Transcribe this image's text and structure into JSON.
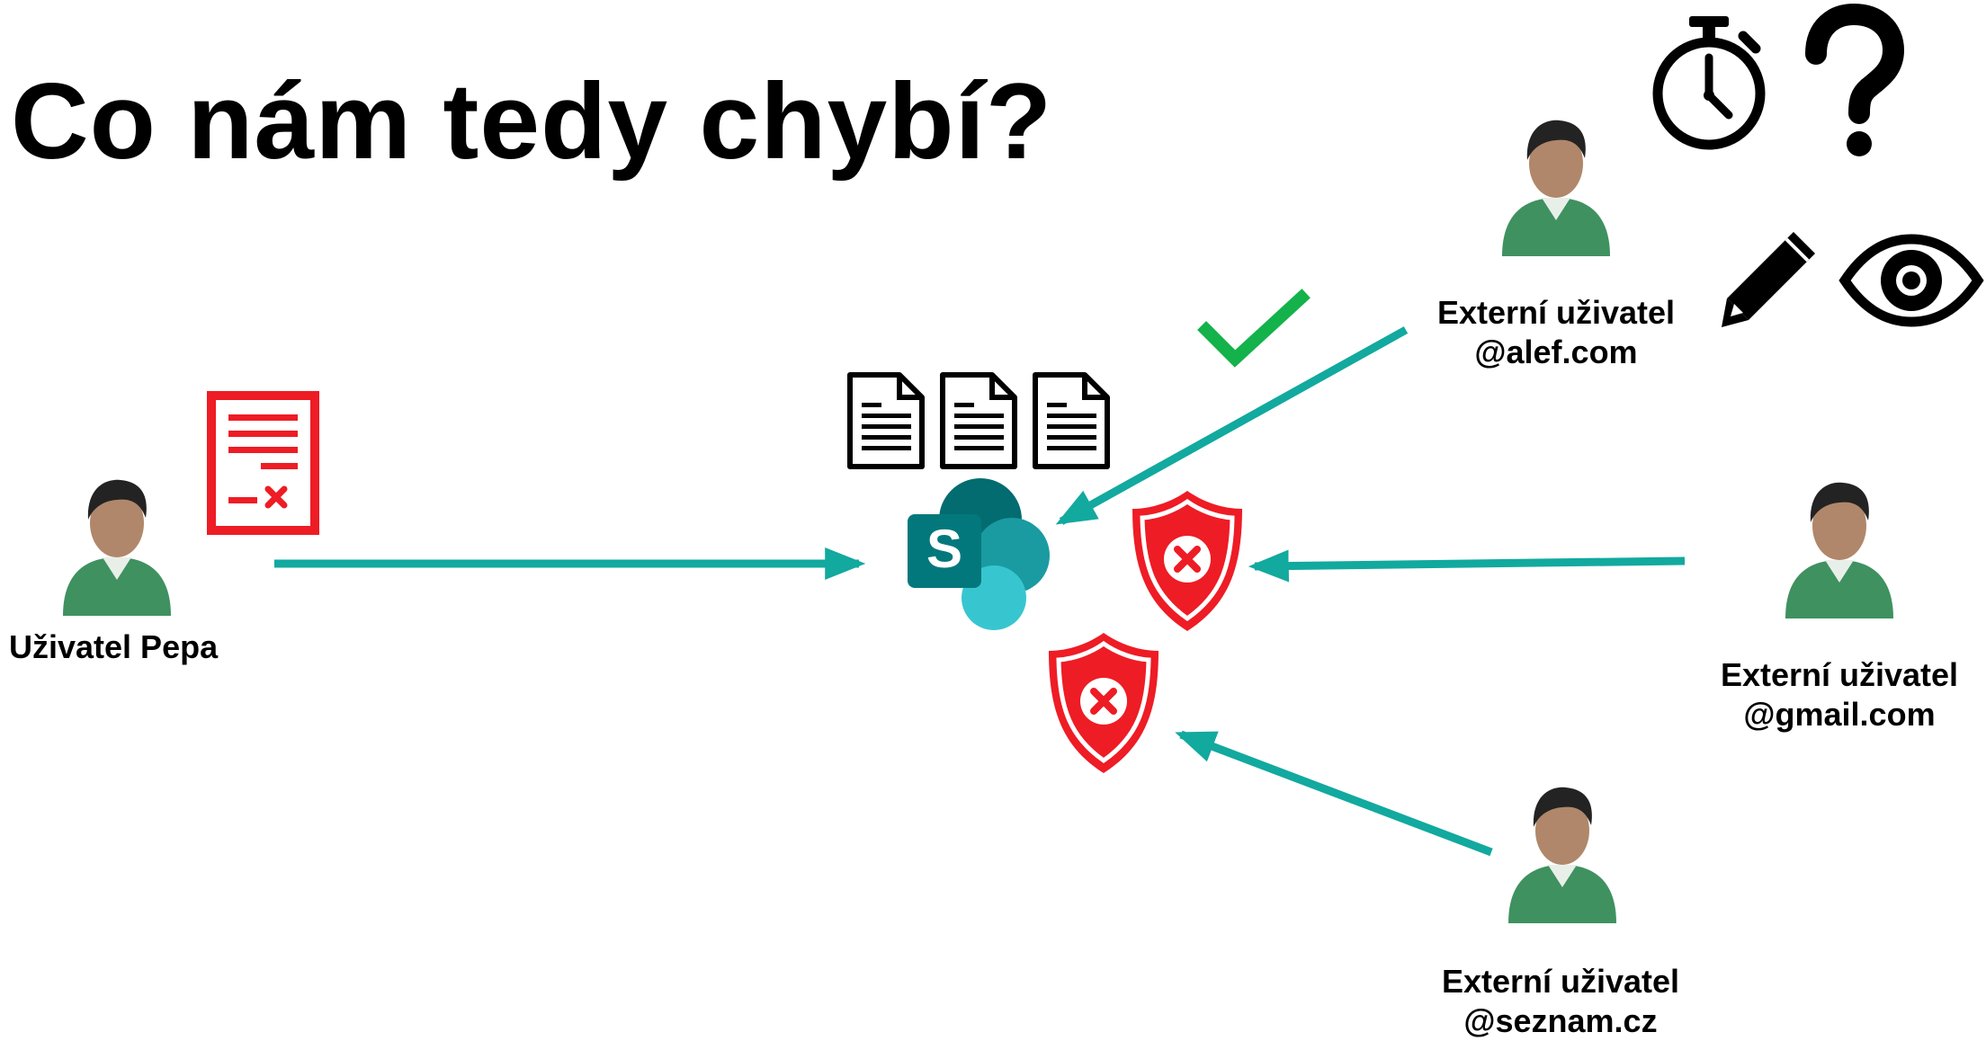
{
  "title": "Co nám tedy chybí?",
  "users": {
    "internal": {
      "name": "Uživatel Pepa"
    },
    "alef": {
      "line1": "Externí uživatel",
      "line2": "@alef.com"
    },
    "gmail": {
      "line1": "Externí uživatel",
      "line2": "@gmail.com"
    },
    "seznam": {
      "line1": "Externí uživatel",
      "line2": "@seznam.cz"
    }
  },
  "sharepoint": {
    "letter": "S"
  },
  "colors": {
    "arrow": "#12A99F",
    "deny": "#EE1C25",
    "allow": "#13B24B",
    "shirt": "#3F9160",
    "skin": "#B0876A",
    "hair": "#232323",
    "sp_dark": "#036C70",
    "sp_mid": "#1A9BA1",
    "sp_light": "#37C6D0"
  },
  "icons": [
    "stopwatch-icon",
    "question-mark-icon",
    "pencil-icon",
    "eye-icon",
    "document-icon",
    "shield-deny-icon",
    "check-icon",
    "policy-document-icon",
    "user-icon",
    "sharepoint-icon"
  ]
}
